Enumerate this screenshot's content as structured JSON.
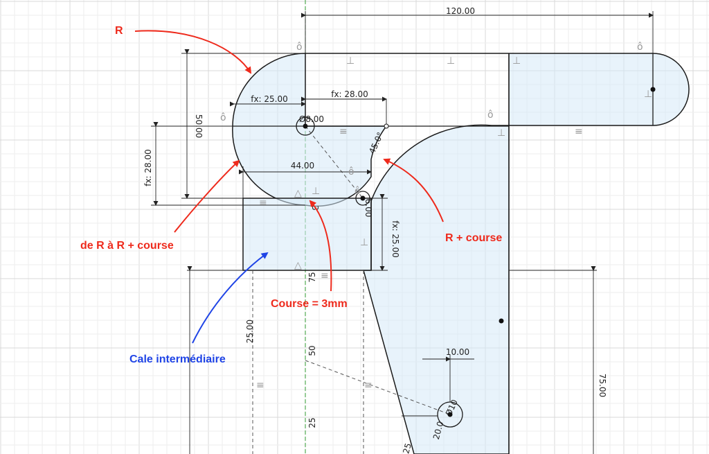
{
  "colors": {
    "annotation_red": "#ee2a1c",
    "annotation_blue": "#1f44e6",
    "sketch_fill": "#d6eaf8",
    "sketch_line": "#1a1a1a",
    "grid": "#e6e6e6",
    "axis_green": "#2f9a2f"
  },
  "annotations": {
    "r": "R",
    "r_to_r_course": "de R à R + course",
    "r_plus_course": "R + course",
    "course": "Course = 3mm",
    "cale": "Cale intermédiaire"
  },
  "dimensions": {
    "d_120": "120.00",
    "d_fx25_top": "fx: 25.00",
    "d_fx28_top": "fx: 28.00",
    "d_8": "Ø8.00",
    "d_50_left": "50.00",
    "d_fx28_left": "fx: 28.00",
    "d_44": "44.00",
    "d_45deg": "45.0°",
    "d_6": "6.00",
    "d_fx25_right": "fx: 25.00",
    "d_3": "3",
    "d_75_small": "75",
    "d_25_left": "25.00",
    "d_50_axis": "50",
    "d_25_axis": "25",
    "d_10": "10.00",
    "d_hole": "Ø10",
    "d_20": "20.0",
    "d_25_bottom": "25",
    "d_75_right": "75.00"
  },
  "icons": {
    "constraint_glyph": "⊥",
    "fix_glyph": "△",
    "equal_glyph": "≡",
    "tangent_glyph": "ô"
  }
}
